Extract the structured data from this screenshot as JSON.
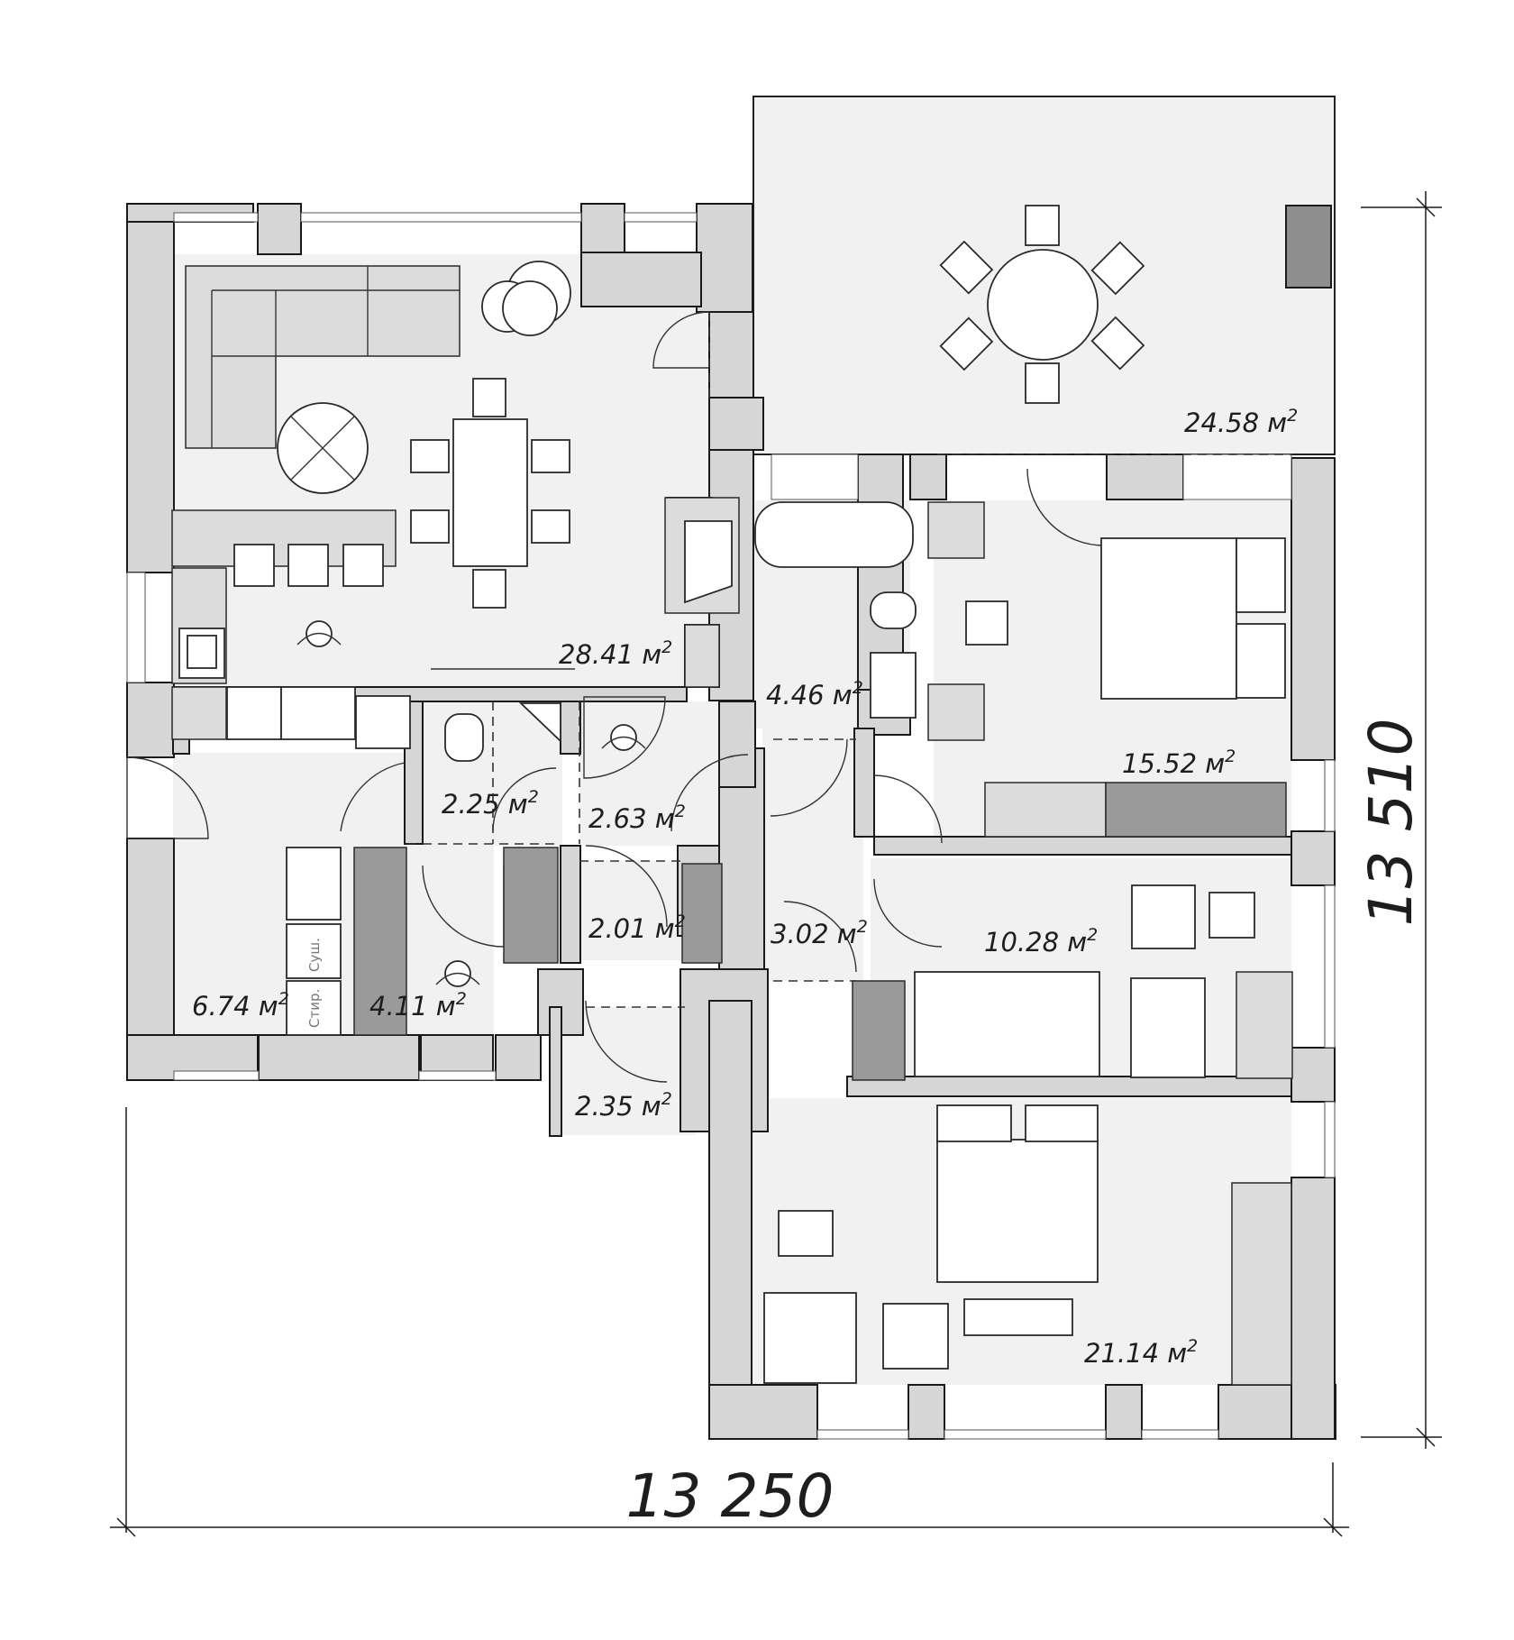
{
  "rooms": [
    {
      "id": "living-kitchen",
      "area_value": "28.41",
      "unit": "м"
    },
    {
      "id": "terrace",
      "area_value": "24.58",
      "unit": "м"
    },
    {
      "id": "bathroom",
      "area_value": "4.46",
      "unit": "м"
    },
    {
      "id": "bedroom-1",
      "area_value": "15.52",
      "unit": "м"
    },
    {
      "id": "wc",
      "area_value": "2.25",
      "unit": "м"
    },
    {
      "id": "hall-small",
      "area_value": "2.63",
      "unit": "м"
    },
    {
      "id": "entrance-hall",
      "area_value": "6.74",
      "unit": "м"
    },
    {
      "id": "laundry",
      "area_value": "4.11",
      "unit": "м"
    },
    {
      "id": "corridor-small",
      "area_value": "2.01",
      "unit": "м"
    },
    {
      "id": "corridor",
      "area_value": "3.02",
      "unit": "м"
    },
    {
      "id": "bedroom-2",
      "area_value": "10.28",
      "unit": "м"
    },
    {
      "id": "porch",
      "area_value": "2.35",
      "unit": "м"
    },
    {
      "id": "bedroom-3",
      "area_value": "21.14",
      "unit": "м"
    }
  ],
  "area_superscript": "2",
  "appliance_labels": {
    "dryer": "Суш.",
    "washer": "Стир."
  },
  "dimensions": {
    "width": "13 250",
    "height": "13 510"
  },
  "colors": {
    "wall": "#d6d6d6",
    "wall_dark": "#8e8e8e",
    "floor": "#f1f1f1"
  }
}
